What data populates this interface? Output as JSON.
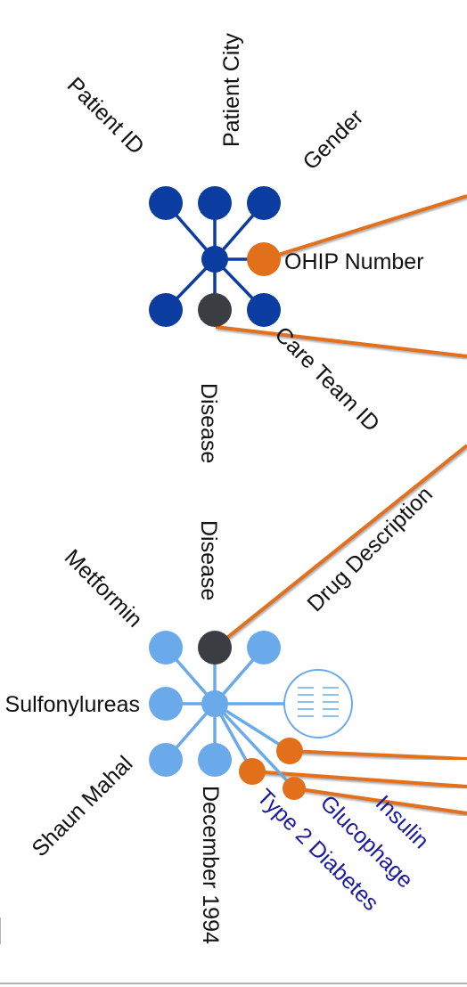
{
  "colors": {
    "dark_blue": "#0a3d9f",
    "light_blue": "#6aaaea",
    "charcoal": "#3a3d42",
    "orange": "#e2701a",
    "navy_text": "#1a1aa0",
    "black_text": "#111111"
  },
  "top_cluster": {
    "labels": {
      "patient_id": "Patient ID",
      "patient_city": "Patient City",
      "gender": "Gender",
      "ohip_number": "OHIP Number",
      "care_team_id": "Care Team ID",
      "disease": "Disease"
    }
  },
  "bottom_cluster": {
    "labels": {
      "disease": "Disease",
      "drug_description": "Drug Description",
      "metformin": "Metformin",
      "sulfonylureas": "Sulfonylureas",
      "shaun_mahal": "Shaun Mahal",
      "december_1994": "December 1994",
      "type_2_diabetes": "Type 2 Diabetes",
      "glucophage": "Glucophage",
      "insulin": "Insulin"
    },
    "document_icon": "document-list-icon"
  }
}
